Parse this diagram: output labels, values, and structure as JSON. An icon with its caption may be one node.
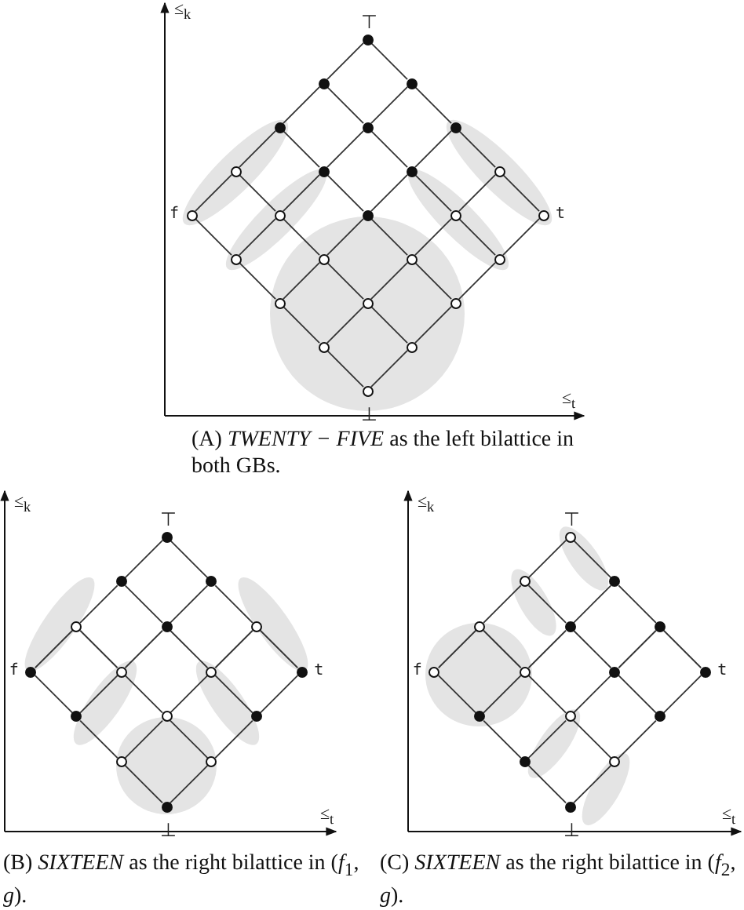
{
  "diagram": {
    "nodes": [
      {
        "text": [],
        "shape": "circle",
        "beside": [
          "⊤"
        ]
      },
      {
        "text": [],
        "shape": "circle"
      },
      {
        "text": [],
        "shape": "circle"
      },
      {
        "text": [],
        "shape": "circle"
      },
      {
        "text": [],
        "shape": "circle"
      },
      {
        "text": [],
        "shape": "circle"
      },
      {
        "text": [],
        "shape": "circle"
      },
      {
        "text": [],
        "shape": "circle"
      },
      {
        "text": [],
        "shape": "circle"
      },
      {
        "text": [],
        "shape": "circle"
      },
      {
        "text": [],
        "shape": "circle",
        "beside": [
          "f"
        ]
      },
      {
        "text": [],
        "shape": "circle"
      },
      {
        "text": [],
        "shape": "circle"
      },
      {
        "text": [],
        "shape": "circle"
      },
      {
        "text": [],
        "shape": "circle",
        "beside": [
          "t"
        ]
      },
      {
        "text": [],
        "shape": "circle"
      },
      {
        "text": [],
        "shape": "circle"
      },
      {
        "text": [],
        "shape": "circle"
      },
      {
        "text": [],
        "shape": "circle"
      },
      {
        "text": [],
        "shape": "circle"
      },
      {
        "text": [],
        "shape": "circle"
      },
      {
        "text": [],
        "shape": "circle"
      },
      {
        "text": [],
        "shape": "circle"
      },
      {
        "text": [],
        "shape": "circle"
      },
      {
        "text": [],
        "shape": "circle",
        "beside": [
          "⊥"
        ]
      },
      {
        "text": [],
        "shape": "circle",
        "beside": [
          "⊤"
        ]
      },
      {
        "text": [],
        "shape": "circle"
      },
      {
        "text": [],
        "shape": "circle"
      },
      {
        "text": [],
        "shape": "circle"
      },
      {
        "text": [],
        "shape": "circle"
      },
      {
        "text": [],
        "shape": "circle"
      },
      {
        "text": [],
        "shape": "circle",
        "beside": [
          "f"
        ]
      },
      {
        "text": [],
        "shape": "circle"
      },
      {
        "text": [],
        "shape": "circle"
      },
      {
        "text": [],
        "shape": "circle",
        "beside": [
          "t"
        ]
      },
      {
        "text": [],
        "shape": "circle"
      },
      {
        "text": [],
        "shape": "circle"
      },
      {
        "text": [],
        "shape": "circle"
      },
      {
        "text": [],
        "shape": "circle"
      },
      {
        "text": [],
        "shape": "circle"
      },
      {
        "text": [],
        "shape": "circle",
        "beside": [
          "⊥"
        ]
      },
      {
        "text": [],
        "shape": "circle",
        "beside": [
          "⊤"
        ]
      },
      {
        "text": [],
        "shape": "circle"
      },
      {
        "text": [],
        "shape": "circle"
      },
      {
        "text": [],
        "shape": "circle"
      },
      {
        "text": [],
        "shape": "circle"
      },
      {
        "text": [],
        "shape": "circle"
      },
      {
        "text": [],
        "shape": "circle",
        "beside": [
          "f"
        ]
      },
      {
        "text": [],
        "shape": "circle"
      },
      {
        "text": [],
        "shape": "circle"
      },
      {
        "text": [],
        "shape": "circle",
        "beside": [
          "t"
        ]
      },
      {
        "text": [],
        "shape": "circle"
      },
      {
        "text": [],
        "shape": "circle"
      },
      {
        "text": [],
        "shape": "circle"
      },
      {
        "text": [],
        "shape": "circle"
      },
      {
        "text": [],
        "shape": "circle"
      },
      {
        "text": [],
        "shape": "circle",
        "beside": [
          "⊥"
        ]
      }
    ],
    "edges": [
      {
        "from": 0,
        "to": 1,
        "arrow": "none"
      },
      {
        "from": 0,
        "to": 2,
        "arrow": "none"
      },
      {
        "from": 1,
        "to": 3,
        "arrow": "none"
      },
      {
        "from": 1,
        "to": 4,
        "arrow": "none"
      },
      {
        "from": 2,
        "to": 4,
        "arrow": "none"
      },
      {
        "from": 2,
        "to": 5,
        "arrow": "none"
      },
      {
        "from": 3,
        "to": 6,
        "arrow": "none"
      },
      {
        "from": 3,
        "to": 7,
        "arrow": "none"
      },
      {
        "from": 4,
        "to": 7,
        "arrow": "none"
      },
      {
        "from": 4,
        "to": 8,
        "arrow": "none"
      },
      {
        "from": 5,
        "to": 8,
        "arrow": "none"
      },
      {
        "from": 5,
        "to": 9,
        "arrow": "none"
      },
      {
        "from": 6,
        "to": 10,
        "arrow": "none"
      },
      {
        "from": 6,
        "to": 11,
        "arrow": "none"
      },
      {
        "from": 7,
        "to": 11,
        "arrow": "none"
      },
      {
        "from": 7,
        "to": 12,
        "arrow": "none"
      },
      {
        "from": 8,
        "to": 12,
        "arrow": "none"
      },
      {
        "from": 8,
        "to": 13,
        "arrow": "none"
      },
      {
        "from": 9,
        "to": 13,
        "arrow": "none"
      },
      {
        "from": 9,
        "to": 14,
        "arrow": "none"
      },
      {
        "from": 10,
        "to": 15,
        "arrow": "none"
      },
      {
        "from": 11,
        "to": 15,
        "arrow": "none"
      },
      {
        "from": 11,
        "to": 16,
        "arrow": "none"
      },
      {
        "from": 12,
        "to": 16,
        "arrow": "none"
      },
      {
        "from": 12,
        "to": 17,
        "arrow": "none"
      },
      {
        "from": 13,
        "to": 17,
        "arrow": "none"
      },
      {
        "from": 13,
        "to": 18,
        "arrow": "none"
      },
      {
        "from": 14,
        "to": 18,
        "arrow": "none"
      },
      {
        "from": 15,
        "to": 19,
        "arrow": "none"
      },
      {
        "from": 16,
        "to": 19,
        "arrow": "none"
      },
      {
        "from": 16,
        "to": 20,
        "arrow": "none"
      },
      {
        "from": 17,
        "to": 20,
        "arrow": "none"
      },
      {
        "from": 17,
        "to": 21,
        "arrow": "none"
      },
      {
        "from": 18,
        "to": 21,
        "arrow": "none"
      },
      {
        "from": 19,
        "to": 22,
        "arrow": "none"
      },
      {
        "from": 20,
        "to": 22,
        "arrow": "none"
      },
      {
        "from": 20,
        "to": 23,
        "arrow": "none"
      },
      {
        "from": 21,
        "to": 23,
        "arrow": "none"
      },
      {
        "from": 22,
        "to": 24,
        "arrow": "none"
      },
      {
        "from": 23,
        "to": 24,
        "arrow": "none"
      },
      {
        "from": 25,
        "to": 26,
        "arrow": "none"
      },
      {
        "from": 25,
        "to": 27,
        "arrow": "none"
      },
      {
        "from": 26,
        "to": 28,
        "arrow": "none"
      },
      {
        "from": 26,
        "to": 29,
        "arrow": "none"
      },
      {
        "from": 27,
        "to": 29,
        "arrow": "none"
      },
      {
        "from": 27,
        "to": 30,
        "arrow": "none"
      },
      {
        "from": 28,
        "to": 31,
        "arrow": "none"
      },
      {
        "from": 28,
        "to": 32,
        "arrow": "none"
      },
      {
        "from": 29,
        "to": 32,
        "arrow": "none"
      },
      {
        "from": 29,
        "to": 33,
        "arrow": "none"
      },
      {
        "from": 30,
        "to": 33,
        "arrow": "none"
      },
      {
        "from": 30,
        "to": 34,
        "arrow": "none"
      },
      {
        "from": 31,
        "to": 35,
        "arrow": "none"
      },
      {
        "from": 32,
        "to": 35,
        "arrow": "none"
      },
      {
        "from": 32,
        "to": 36,
        "arrow": "none"
      },
      {
        "from": 33,
        "to": 36,
        "arrow": "none"
      },
      {
        "from": 33,
        "to": 37,
        "arrow": "none"
      },
      {
        "from": 34,
        "to": 37,
        "arrow": "none"
      },
      {
        "from": 35,
        "to": 38,
        "arrow": "none"
      },
      {
        "from": 36,
        "to": 38,
        "arrow": "none"
      },
      {
        "from": 36,
        "to": 39,
        "arrow": "none"
      },
      {
        "from": 37,
        "to": 39,
        "arrow": "none"
      },
      {
        "from": 38,
        "to": 40,
        "arrow": "none"
      },
      {
        "from": 39,
        "to": 40,
        "arrow": "none"
      },
      {
        "from": 41,
        "to": 42,
        "arrow": "none"
      },
      {
        "from": 41,
        "to": 43,
        "arrow": "none"
      },
      {
        "from": 42,
        "to": 44,
        "arrow": "none"
      },
      {
        "from": 42,
        "to": 45,
        "arrow": "none"
      },
      {
        "from": 43,
        "to": 45,
        "arrow": "none"
      },
      {
        "from": 43,
        "to": 46,
        "arrow": "none"
      },
      {
        "from": 44,
        "to": 47,
        "arrow": "none"
      },
      {
        "from": 44,
        "to": 48,
        "arrow": "none"
      },
      {
        "from": 45,
        "to": 48,
        "arrow": "none"
      },
      {
        "from": 45,
        "to": 49,
        "arrow": "none"
      },
      {
        "from": 46,
        "to": 49,
        "arrow": "none"
      },
      {
        "from": 46,
        "to": 50,
        "arrow": "none"
      },
      {
        "from": 47,
        "to": 51,
        "arrow": "none"
      },
      {
        "from": 48,
        "to": 51,
        "arrow": "none"
      },
      {
        "from": 48,
        "to": 52,
        "arrow": "none"
      },
      {
        "from": 49,
        "to": 52,
        "arrow": "none"
      },
      {
        "from": 49,
        "to": 53,
        "arrow": "none"
      },
      {
        "from": 50,
        "to": 53,
        "arrow": "none"
      },
      {
        "from": 51,
        "to": 54,
        "arrow": "none"
      },
      {
        "from": 52,
        "to": 54,
        "arrow": "none"
      },
      {
        "from": 52,
        "to": 55,
        "arrow": "none"
      },
      {
        "from": 53,
        "to": 55,
        "arrow": "none"
      },
      {
        "from": 54,
        "to": 56,
        "arrow": "none"
      },
      {
        "from": 55,
        "to": 56,
        "arrow": "none"
      }
    ],
    "labels": [
      "≤$_{k}$",
      "≤$_{t}$",
      "(A) *TWENTY − FIVE* as the left bilattice in both GBs.",
      "≤$_{k}$",
      "≤$_{t}$",
      "≤$_{k}$",
      "≤$_{t}$",
      "(B) *SIXTEEN* as the right bilattice in (*f*$_{1}$, *g*).",
      "(C) *SIXTEEN* as the right bilattice in (*f*$_{2}$, *g*)."
    ]
  }
}
